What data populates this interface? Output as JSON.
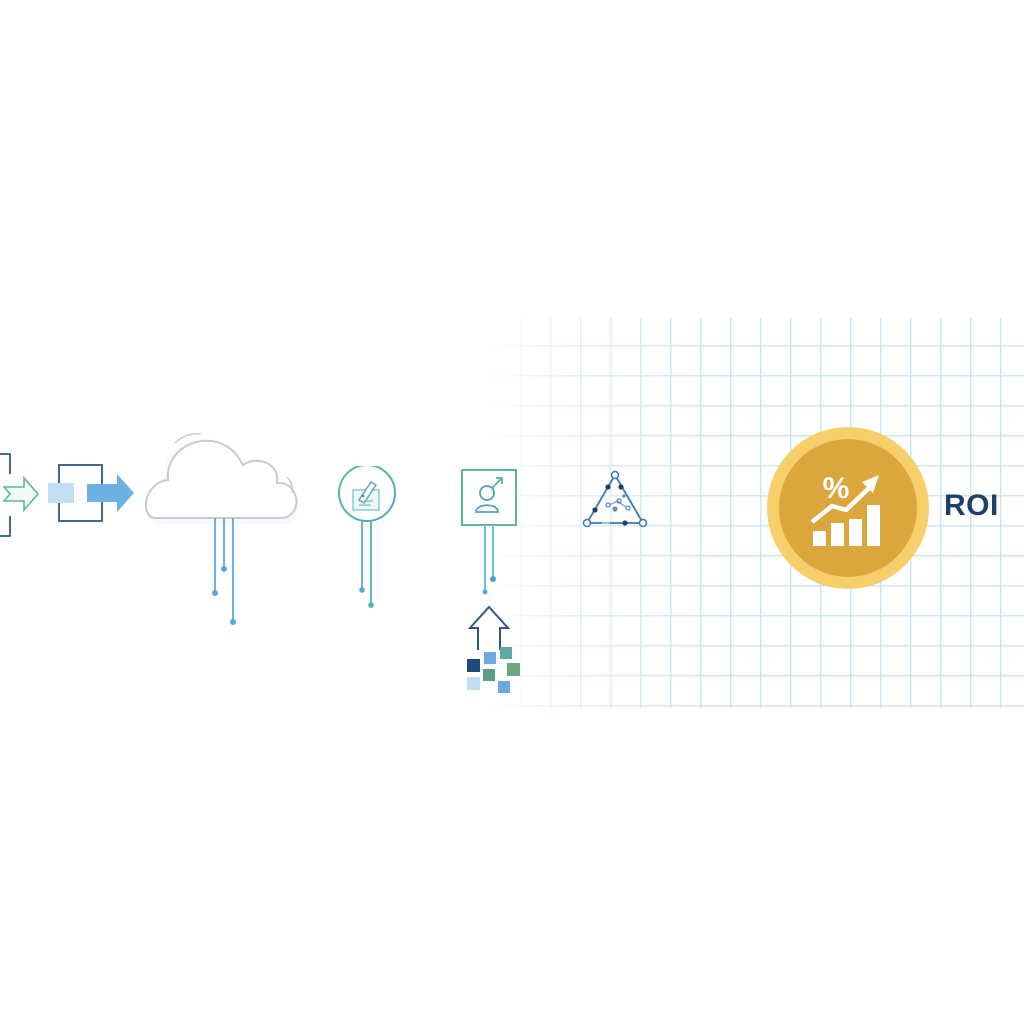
{
  "diagram": {
    "type": "process-flow",
    "direction": "left-to-right",
    "colors": {
      "navy": "#2b5a86",
      "teal": "#5db89a",
      "light_blue": "#c3e0f3",
      "sky_blue": "#6bb1e3",
      "cloud_stroke": "#c8ccd0",
      "grid": "#c8e4f0",
      "gold_outer": "#f6cf6b",
      "gold_inner": "#dba73d",
      "roi_text": "#1e3f66"
    },
    "nodes": [
      {
        "id": "input-bracket",
        "icon": "bracket-chevron-icon"
      },
      {
        "id": "transfer-box",
        "icon": "box-with-arrow-icon"
      },
      {
        "id": "cloud",
        "icon": "cloud-icon",
        "connectors": 3
      },
      {
        "id": "document-edit",
        "icon": "pen-document-icon",
        "connectors": 2
      },
      {
        "id": "user-growth",
        "icon": "user-arrow-icon",
        "connectors": 2
      },
      {
        "id": "data-upload",
        "icon": "upload-arrow-icon"
      },
      {
        "id": "data-blocks",
        "icon": "data-blocks-icon"
      },
      {
        "id": "network-triangle",
        "icon": "network-triangle-icon"
      },
      {
        "id": "roi-badge",
        "icon": "roi-growth-chart-icon",
        "label": "ROI"
      }
    ],
    "roi": {
      "label": "ROI",
      "symbol": "%"
    }
  }
}
